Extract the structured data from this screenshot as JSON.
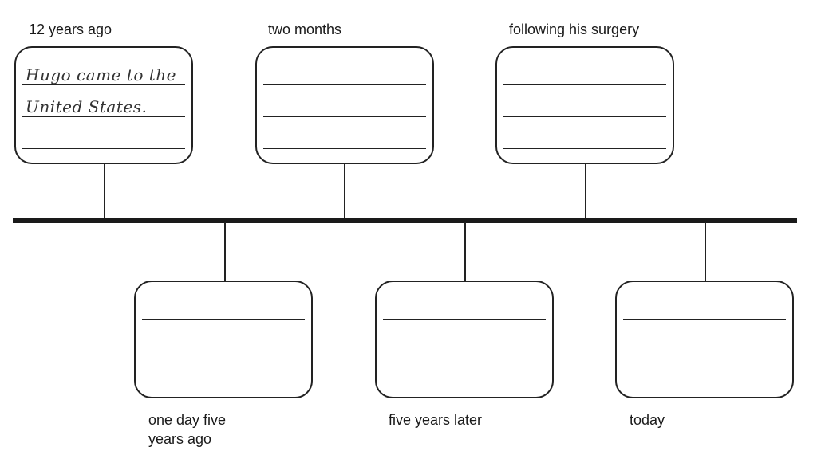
{
  "timeline": {
    "events": [
      {
        "label": "12 years ago",
        "lines": [
          "Hugo came to the",
          "United States.",
          ""
        ]
      },
      {
        "label": "one day five years ago",
        "lines": [
          "",
          "",
          ""
        ]
      },
      {
        "label": "two months",
        "lines": [
          "",
          "",
          ""
        ]
      },
      {
        "label": "five years later",
        "lines": [
          "",
          "",
          ""
        ]
      },
      {
        "label": "following his surgery",
        "lines": [
          "",
          "",
          ""
        ]
      },
      {
        "label": "today",
        "lines": [
          "",
          "",
          ""
        ]
      }
    ]
  }
}
